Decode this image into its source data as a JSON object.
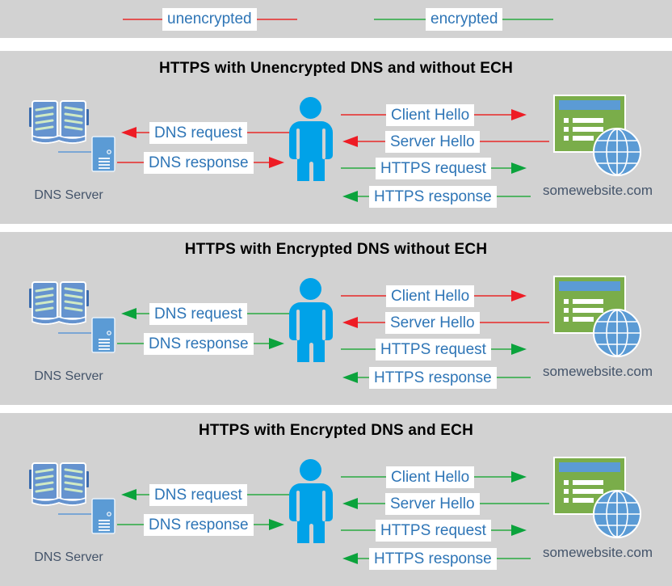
{
  "colors": {
    "panel-bg": "#d2d2d2",
    "title-text": "#000000",
    "label-text": "#2e75b6",
    "node-text": "#44546a",
    "unencrypted-line": "#e25352",
    "unencrypted-head": "#ee1c25",
    "encrypted-line": "#53b465",
    "encrypted-head": "#0ba33c",
    "person": "#00a2e8",
    "book": "#6593cf",
    "book-accent": "#3d6dae",
    "book-lines": "#cfe9c4",
    "server": "#5b9bd5",
    "site-green": "#7aad4a",
    "site-bar": "#5b9bd5",
    "globe": "#5b9bd5",
    "connector": "#7ba6d4"
  },
  "legend": {
    "items": [
      {
        "label": "unencrypted",
        "flow": "unencrypted"
      },
      {
        "label": "encrypted",
        "flow": "encrypted"
      }
    ]
  },
  "panels": [
    {
      "title": "HTTPS with Unencrypted DNS and without ECH",
      "dns_server_label": "DNS Server",
      "website_label": "somewebsite.com",
      "messages": {
        "dns_request": {
          "label": "DNS request",
          "flow": "unencrypted-left"
        },
        "dns_response": {
          "label": "DNS response",
          "flow": "unencrypted-right"
        },
        "client_hello": {
          "label": "Client Hello",
          "flow": "unencrypted-right"
        },
        "server_hello": {
          "label": "Server Hello",
          "flow": "unencrypted-left"
        },
        "https_request": {
          "label": "HTTPS request",
          "flow": "encrypted-right"
        },
        "https_response": {
          "label": "HTTPS response",
          "flow": "encrypted-left"
        }
      }
    },
    {
      "title": "HTTPS with Encrypted DNS without ECH",
      "dns_server_label": "DNS Server",
      "website_label": "somewebsite.com",
      "messages": {
        "dns_request": {
          "label": "DNS request",
          "flow": "encrypted-left"
        },
        "dns_response": {
          "label": "DNS response",
          "flow": "encrypted-right"
        },
        "client_hello": {
          "label": "Client Hello",
          "flow": "unencrypted-right"
        },
        "server_hello": {
          "label": "Server Hello",
          "flow": "unencrypted-left"
        },
        "https_request": {
          "label": "HTTPS request",
          "flow": "encrypted-right"
        },
        "https_response": {
          "label": "HTTPS response",
          "flow": "encrypted-left"
        }
      }
    },
    {
      "title": "HTTPS with Encrypted DNS and ECH",
      "dns_server_label": "DNS Server",
      "website_label": "somewebsite.com",
      "messages": {
        "dns_request": {
          "label": "DNS request",
          "flow": "encrypted-left"
        },
        "dns_response": {
          "label": "DNS response",
          "flow": "encrypted-right"
        },
        "client_hello": {
          "label": "Client Hello",
          "flow": "encrypted-right"
        },
        "server_hello": {
          "label": "Server Hello",
          "flow": "encrypted-left"
        },
        "https_request": {
          "label": "HTTPS request",
          "flow": "encrypted-right"
        },
        "https_response": {
          "label": "HTTPS response",
          "flow": "encrypted-left"
        }
      }
    }
  ]
}
